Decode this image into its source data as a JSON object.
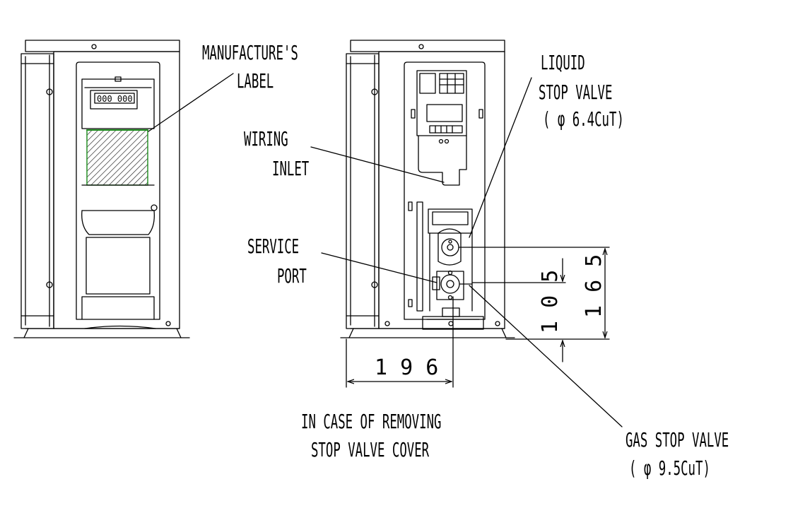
{
  "labels": {
    "manufacturers_label_line1": "MANUFACTURE'S",
    "manufacturers_label_line2": "LABEL",
    "wiring_inlet_line1": "WIRING",
    "wiring_inlet_line2": "INLET",
    "service_port_line1": "SERVICE",
    "service_port_line2": "PORT",
    "liquid_valve_line1": "LIQUID",
    "liquid_valve_line2": "STOP VALVE",
    "liquid_valve_line3": "( φ 6.4CuT)",
    "gas_valve_line1": "GAS STOP VALVE",
    "gas_valve_line2": "( φ 9.5CuT)",
    "caption_line1": "IN CASE OF REMOVING",
    "caption_line2": "STOP VALVE COVER"
  },
  "dimensions": {
    "horizontal": "1 9 6",
    "vertical_short": "1 0 5",
    "vertical_tall": "1 6 5"
  },
  "meter_digits": "000 000",
  "colors": {
    "label_area": "#1a8a1a"
  }
}
